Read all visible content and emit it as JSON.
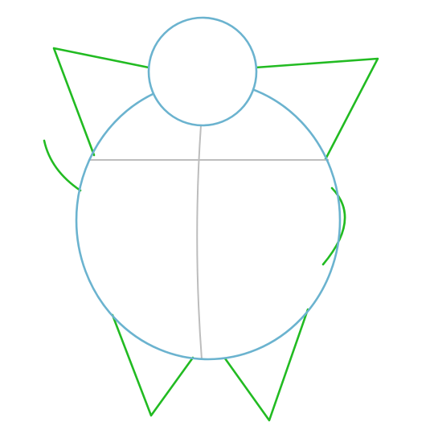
{
  "colors": {
    "background": "#ffffff",
    "limb": "#22bb22",
    "body": "#6bb3cf",
    "guide": "#bdbdbd"
  },
  "figure": {
    "shapes": [
      "head-circle",
      "body-ellipse"
    ],
    "guides": [
      "horizontal-guide",
      "vertical-guide"
    ],
    "limbs": [
      "left-arm",
      "right-arm",
      "left-leg",
      "right-leg",
      "left-curve",
      "right-curve"
    ]
  }
}
